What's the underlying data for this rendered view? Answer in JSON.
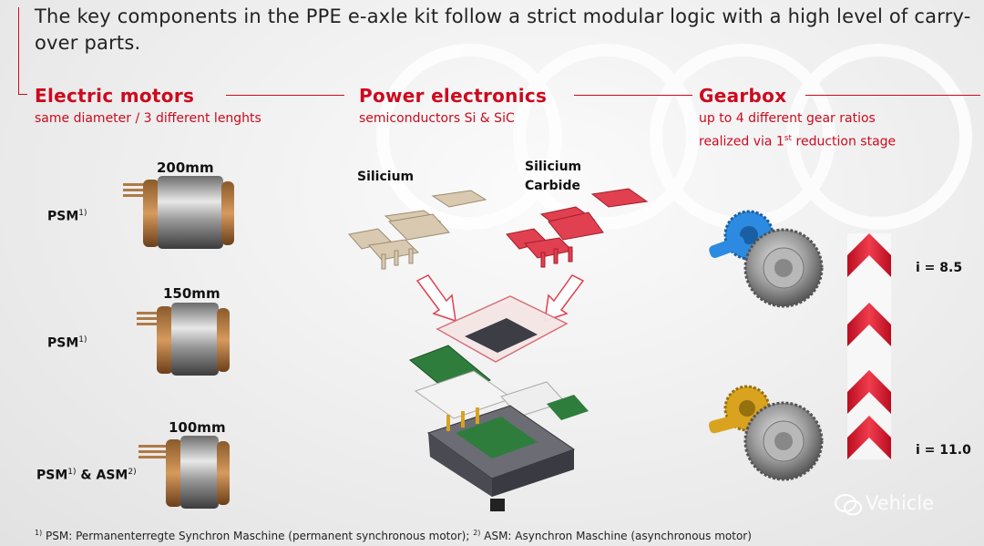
{
  "headline": "The key components in the PPE e-axle kit follow a strict modular logic with a high level of carry-over parts.",
  "sections": {
    "motors": {
      "title": "Electric motors",
      "subtitle": "same diameter / 3 different lenghts",
      "items": [
        {
          "length": "200mm",
          "type_prefix": "PSM",
          "type_sup": "1)",
          "type_mid": "",
          "type_suffix": "",
          "type_sup2": ""
        },
        {
          "length": "150mm",
          "type_prefix": "PSM",
          "type_sup": "1)",
          "type_mid": "",
          "type_suffix": "",
          "type_sup2": ""
        },
        {
          "length": "100mm",
          "type_prefix": "PSM",
          "type_sup": "1)",
          "type_mid": " & ",
          "type_suffix": "ASM",
          "type_sup2": "2)"
        }
      ]
    },
    "power": {
      "title": "Power electronics",
      "subtitle": "semiconductors Si & SiC",
      "label_si": "Silicium",
      "label_sic_1": "Silicium",
      "label_sic_2": "Carbide"
    },
    "gearbox": {
      "title": "Gearbox",
      "subtitle_1": "up to 4 different gear ratios",
      "subtitle_2_pre": "realized via 1",
      "subtitle_2_sup": "st",
      "subtitle_2_post": " reduction stage",
      "ratio_top": "i = 8.5",
      "ratio_bottom": "i = 11.0"
    }
  },
  "footnote": {
    "sup1": "1)",
    "text1": " PSM:  Permanenterregte Synchron Maschine  (permanent synchronous motor); ",
    "sup2": "2)",
    "text2": " ASM:  Asynchron Maschine  (asynchronous motor)"
  },
  "watermark": "Vehicle",
  "colors": {
    "accent": "#cc0a1e",
    "pcb_green": "#2f7d3c",
    "gear_blue": "#2c8be0",
    "gear_gold": "#d9a31f",
    "si_part": "#d8c9b0",
    "sic_part": "#e0404f"
  }
}
